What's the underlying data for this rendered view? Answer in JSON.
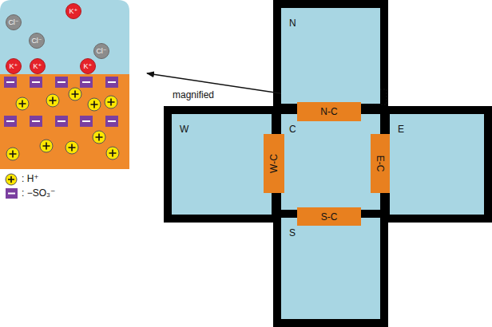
{
  "diagram": {
    "nodes": [
      {
        "text": [
          "N"
        ]
      },
      {
        "text": [
          "W"
        ]
      },
      {
        "text": [
          "C"
        ]
      },
      {
        "text": [
          "E"
        ]
      },
      {
        "text": [
          "S"
        ]
      },
      {
        "text": [
          "N-C"
        ]
      },
      {
        "text": [
          "W-C"
        ]
      },
      {
        "text": [
          "E-C"
        ]
      },
      {
        "text": [
          "S-C"
        ]
      },
      {
        "text": [
          "Cl⁻"
        ]
      },
      {
        "text": [
          "K⁺"
        ]
      },
      {
        "text": [
          "Cl⁻"
        ]
      },
      {
        "text": [
          "Cl⁻"
        ]
      },
      {
        "text": [
          "K⁺"
        ]
      },
      {
        "text": [
          "K⁺"
        ]
      },
      {
        "text": [
          "K⁺"
        ]
      }
    ],
    "labels": [
      "magnified"
    ],
    "legend": [
      {
        "text": ": H⁺"
      },
      {
        "text": ": −SO₃⁻"
      }
    ]
  }
}
